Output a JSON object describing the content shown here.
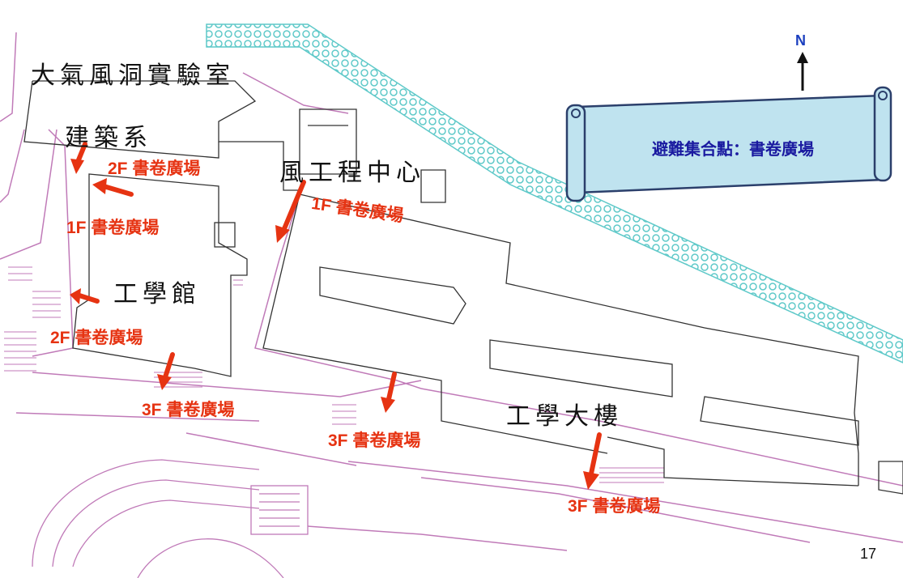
{
  "buildings": {
    "wind_tunnel_lab": "大氣風洞實驗室",
    "architecture": "建築系",
    "wind_engineering": "風工程中心",
    "engineering_hall": "工學館",
    "engineering_building": "工學大樓"
  },
  "evacuation": {
    "scroll_text": "避難集合點：書卷廣場",
    "labels": [
      "2F 書卷廣場",
      "1F 書卷廣場",
      "1F  書卷廣場",
      "2F 書卷廣場",
      "3F 書卷廣場",
      "3F 書卷廣場",
      "3F 書卷廣場"
    ]
  },
  "compass": {
    "north": "N"
  },
  "page_number": "17",
  "colors": {
    "arrow": "#e63312",
    "scroll_fill": "#bfe3ef",
    "canal": "#5fc9c9",
    "outline": "#c07ab8"
  }
}
